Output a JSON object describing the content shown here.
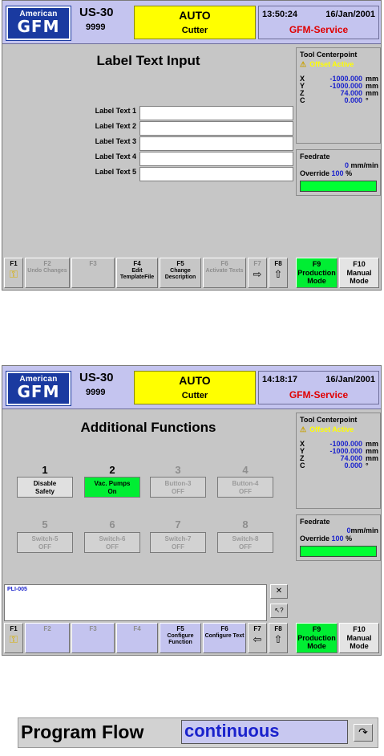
{
  "header": {
    "logo_top": "American",
    "logo_bottom": "GFM",
    "machine": "US-30",
    "machine_no": "9999",
    "mode": "AUTO",
    "mode_sub": "Cutter",
    "service": "GFM-Service"
  },
  "screen1": {
    "time": "13:50:24",
    "date": "16/Jan/2001",
    "title": "Label Text Input",
    "labels": [
      "Label Text 1",
      "Label Text 2",
      "Label Text 3",
      "Label Text 4",
      "Label Text 5"
    ],
    "values": [
      "",
      "",
      "",
      "",
      ""
    ],
    "fkeys": [
      {
        "key": "F1",
        "label": ""
      },
      {
        "key": "F2",
        "label": "Undo Changes"
      },
      {
        "key": "F3",
        "label": ""
      },
      {
        "key": "F4",
        "label": "Edit TemplateFile"
      },
      {
        "key": "F5",
        "label": "Change Description"
      },
      {
        "key": "F6",
        "label": "Activate Texts"
      },
      {
        "key": "F7",
        "label": ""
      },
      {
        "key": "F8",
        "label": ""
      },
      {
        "key": "F9",
        "label": "Production Mode"
      },
      {
        "key": "F10",
        "label": "Manual Mode"
      }
    ]
  },
  "screen2": {
    "time": "14:18:17",
    "date": "16/Jan/2001",
    "title": "Additional Functions",
    "buttons": [
      {
        "num": "1",
        "l1": "Disable",
        "l2": "Safety"
      },
      {
        "num": "2",
        "l1": "Vac. Pumps",
        "l2": "On"
      },
      {
        "num": "3",
        "l1": "Button-3",
        "l2": "OFF"
      },
      {
        "num": "4",
        "l1": "Button-4",
        "l2": "OFF"
      },
      {
        "num": "5",
        "l1": "Switch-5",
        "l2": "OFF"
      },
      {
        "num": "6",
        "l1": "Switch-6",
        "l2": "OFF"
      },
      {
        "num": "7",
        "l1": "Switch-7",
        "l2": "OFF"
      },
      {
        "num": "8",
        "l1": "Switch-8",
        "l2": "OFF"
      }
    ],
    "message": "PLI-005",
    "fkeys": [
      {
        "key": "F1",
        "label": ""
      },
      {
        "key": "F2",
        "label": ""
      },
      {
        "key": "F3",
        "label": ""
      },
      {
        "key": "F4",
        "label": ""
      },
      {
        "key": "F5",
        "label": "Configure Function"
      },
      {
        "key": "F6",
        "label": "Configure Text"
      },
      {
        "key": "F7",
        "label": ""
      },
      {
        "key": "F8",
        "label": ""
      },
      {
        "key": "F9",
        "label": "Production Mode"
      },
      {
        "key": "F10",
        "label": "Manual Mode"
      }
    ]
  },
  "tcp": {
    "title": "Tool Centerpoint",
    "warning": "Offset Active",
    "axes": [
      {
        "name": "X",
        "value": "-1000.000",
        "unit": "mm"
      },
      {
        "name": "Y",
        "value": "-1000.000",
        "unit": "mm"
      },
      {
        "name": "Z",
        "value": "74.000",
        "unit": "mm"
      },
      {
        "name": "C",
        "value": "0.000",
        "unit": "°"
      }
    ]
  },
  "feed": {
    "title": "Feedrate",
    "value": "0",
    "unit": "mm/min",
    "override_label": "Override",
    "override_value": "100",
    "override_unit": "%",
    "override_fraction": 1.0
  },
  "program_flow": {
    "label": "Program Flow",
    "value": "continuous"
  },
  "icons": {
    "f1": "key-icon",
    "f7_s1": "arrow-right-icon",
    "f7_s2": "arrow-left-icon",
    "f8": "arrow-up-icon",
    "close": "close-icon",
    "help": "help-icon",
    "go": "redo-arrow-icon"
  },
  "colors": {
    "header": "#c4c4ef",
    "mode": "#ffff00",
    "active": "#00ee33",
    "value": "#1a22cc",
    "service": "#e00000"
  }
}
